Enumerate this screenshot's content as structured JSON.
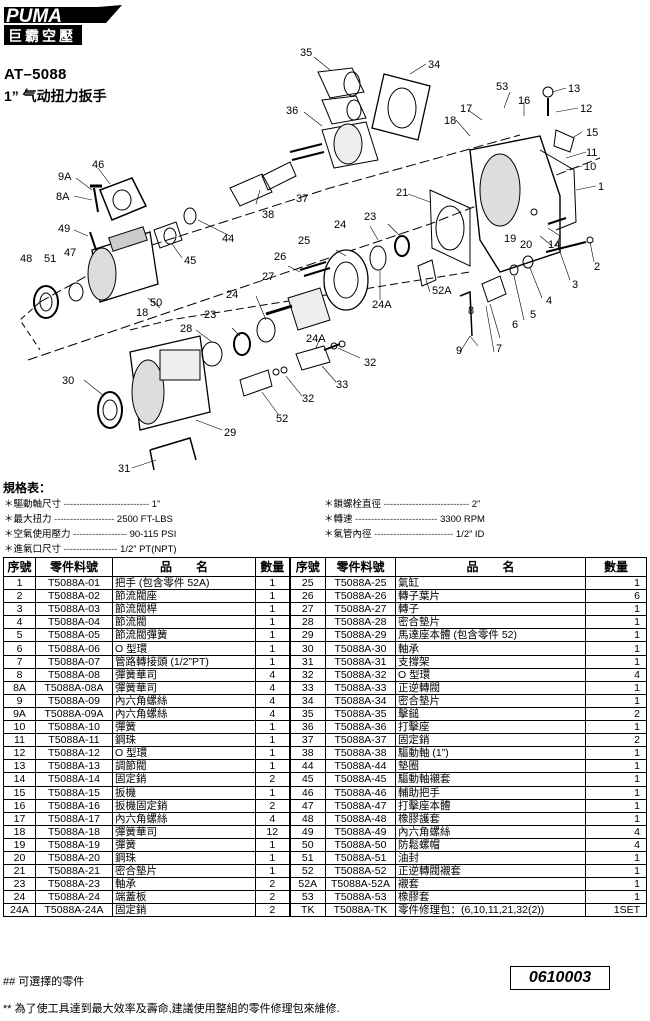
{
  "brand": {
    "name": "PUMA",
    "registered": "®",
    "chinese": "巨霸空壓"
  },
  "model": "AT–5088",
  "subtitle": "1” 气动扭力扳手",
  "diagram_labels": [
    "35",
    "34",
    "36",
    "53",
    "13",
    "16",
    "12",
    "17",
    "18",
    "15",
    "37",
    "11",
    "46",
    "9A",
    "10",
    "1",
    "8A",
    "38",
    "21",
    "49",
    "44",
    "23",
    "24",
    "19",
    "20",
    "14",
    "2",
    "45",
    "48",
    "51",
    "47",
    "26",
    "25",
    "3",
    "27",
    "4",
    "52A",
    "50",
    "24",
    "24A",
    "18",
    "28",
    "23",
    "5",
    "6",
    "8",
    "24A",
    "32",
    "7",
    "9",
    "30",
    "33",
    "32",
    "52",
    "29",
    "31"
  ],
  "specs": {
    "title": "規格表：",
    "items": [
      {
        "label": "＊驅動軸尺寸",
        "dash": "---------------------------",
        "value": "1”"
      },
      {
        "label": "＊鎖螺栓直徑",
        "dash": "---------------------------",
        "value": "2”"
      },
      {
        "label": "＊最大扭力",
        "dash": "-------------------",
        "value": "2500 FT-LBS"
      },
      {
        "label": "＊轉速",
        "dash": "--------------------------",
        "value": "3300 RPM"
      },
      {
        "label": "＊空氣使用壓力",
        "dash": "-----------------",
        "value": "90-115 PSI"
      },
      {
        "label": "＊氣管內徑",
        "dash": "-------------------------",
        "value": "1/2” ID"
      },
      {
        "label": "＊進氣口尺寸",
        "dash": "-----------------",
        "value": "1/2” PT(NPT)"
      }
    ]
  },
  "table": {
    "headers": [
      "序號",
      "零件料號",
      "品　　名",
      "數量",
      "序號",
      "零件料號",
      "品　　名",
      "數量"
    ],
    "rows": [
      [
        "1",
        "T5088A-01",
        "把手 (包含零件 52A)",
        "1",
        "25",
        "T5088A-25",
        "氣缸",
        "1"
      ],
      [
        "2",
        "T5088A-02",
        "節流閥座",
        "1",
        "26",
        "T5088A-26",
        "轉子葉片",
        "6"
      ],
      [
        "3",
        "T5088A-03",
        "節流閥桿",
        "1",
        "27",
        "T5088A-27",
        "轉子",
        "1"
      ],
      [
        "4",
        "T5088A-04",
        "節流閥",
        "1",
        "28",
        "T5088A-28",
        "密合墊片",
        "1"
      ],
      [
        "5",
        "T5088A-05",
        "節流閥彈簧",
        "1",
        "29",
        "T5088A-29",
        "馬達座本體 (包含零件 52)",
        "1"
      ],
      [
        "6",
        "T5088A-06",
        "O 型環",
        "1",
        "30",
        "T5088A-30",
        "軸承",
        "1"
      ],
      [
        "7",
        "T5088A-07",
        "管路轉接頭 (1/2”PT)",
        "1",
        "31",
        "T5088A-31",
        "支撐架",
        "1"
      ],
      [
        "8",
        "T5088A-08",
        "彈簧華司",
        "4",
        "32",
        "T5088A-32",
        "O 型環",
        "4"
      ],
      [
        "8A",
        "T5088A-08A",
        "彈簧華司",
        "4",
        "33",
        "T5088A-33",
        "正逆轉閥",
        "1"
      ],
      [
        "9",
        "T5088A-09",
        "內六角螺絲",
        "4",
        "34",
        "T5088A-34",
        "密合墊片",
        "1"
      ],
      [
        "9A",
        "T5088A-09A",
        "內六角螺絲",
        "4",
        "35",
        "T5088A-35",
        "擊鎚",
        "2"
      ],
      [
        "10",
        "T5088A-10",
        "彈簧",
        "1",
        "36",
        "T5088A-36",
        "打擊座",
        "1"
      ],
      [
        "11",
        "T5088A-11",
        "鋼珠",
        "1",
        "37",
        "T5088A-37",
        "固定銷",
        "2"
      ],
      [
        "12",
        "T5088A-12",
        "O 型環",
        "1",
        "38",
        "T5088A-38",
        "驅動軸 (1”)",
        "1"
      ],
      [
        "13",
        "T5088A-13",
        "調節閥",
        "1",
        "44",
        "T5088A-44",
        "墊圈",
        "1"
      ],
      [
        "14",
        "T5088A-14",
        "固定銷",
        "2",
        "45",
        "T5088A-45",
        "驅動軸襯套",
        "1"
      ],
      [
        "15",
        "T5088A-15",
        "扳機",
        "1",
        "46",
        "T5088A-46",
        "輔助把手",
        "1"
      ],
      [
        "16",
        "T5088A-16",
        "扳機固定銷",
        "2",
        "47",
        "T5088A-47",
        "打擊座本體",
        "1"
      ],
      [
        "17",
        "T5088A-17",
        "內六角螺絲",
        "4",
        "48",
        "T5088A-48",
        "橡膠護套",
        "1"
      ],
      [
        "18",
        "T5088A-18",
        "彈簧華司",
        "12",
        "49",
        "T5088A-49",
        "內六角螺絲",
        "4"
      ],
      [
        "19",
        "T5088A-19",
        "彈簧",
        "1",
        "50",
        "T5088A-50",
        "防鬆螺帽",
        "4"
      ],
      [
        "20",
        "T5088A-20",
        "鋼珠",
        "1",
        "51",
        "T5088A-51",
        "油封",
        "1"
      ],
      [
        "21",
        "T5088A-21",
        "密合墊片",
        "1",
        "52",
        "T5088A-52",
        "正逆轉閥襯套",
        "1"
      ],
      [
        "23",
        "T5088A-23",
        "軸承",
        "2",
        "52A",
        "T5088A-52A",
        "襯套",
        "1"
      ],
      [
        "24",
        "T5088A-24",
        "端蓋板",
        "2",
        "53",
        "T5088A-53",
        "橡膠套",
        "1"
      ],
      [
        "24A",
        "T5088A-24A",
        "固定銷",
        "2",
        "TK",
        "T5088A-TK",
        "零件修理包：(6,10,11,21,32(2))",
        "1SET"
      ]
    ]
  },
  "footnote1": "## 可選擇的零件",
  "code": "0610003",
  "footnote2": "**  為了使工具達到最大效率及壽命,建議使用整組的零件修理包來維修."
}
